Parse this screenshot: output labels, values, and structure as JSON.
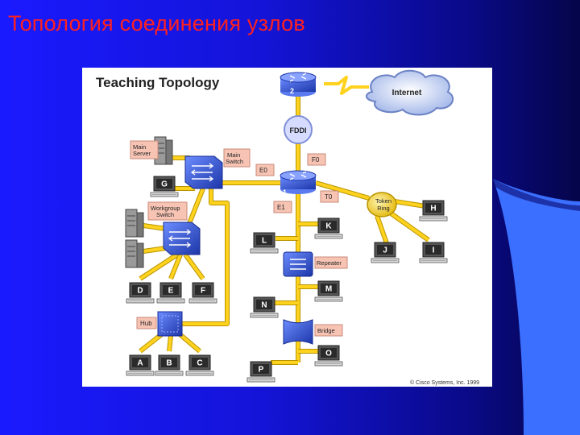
{
  "slide": {
    "title": "Топология соединения узлов",
    "colors": {
      "background": "#1414d8",
      "title": "#ff2020",
      "accent": "#3a6fff"
    }
  },
  "diagram": {
    "title": "Teaching Topology",
    "copyright": "© Cisco Systems, Inc. 1999",
    "labels": {
      "internet": "Internet",
      "fddi": "FDDI",
      "router_2": "2",
      "router_1": "1",
      "main_server": [
        "Main",
        "Server"
      ],
      "main_switch": [
        "Main",
        "Switch"
      ],
      "workgroup_switch": [
        "Workgroup",
        "Switch"
      ],
      "hub": "Hub",
      "repeater": "Repeater",
      "bridge": "Bridge",
      "token_ring": [
        "Token",
        "Ring"
      ],
      "ports": {
        "e0": "E0",
        "e1": "E1",
        "f0": "F0",
        "t0": "T0"
      }
    },
    "hosts": [
      "A",
      "B",
      "C",
      "D",
      "E",
      "F",
      "G",
      "H",
      "I",
      "J",
      "K",
      "L",
      "M",
      "N",
      "O",
      "P"
    ],
    "colors": {
      "cable": "#ffd21e",
      "cable_edge": "#b89400",
      "device_blue": "#2c4fd0",
      "label_box": "#f7c4b4"
    }
  }
}
